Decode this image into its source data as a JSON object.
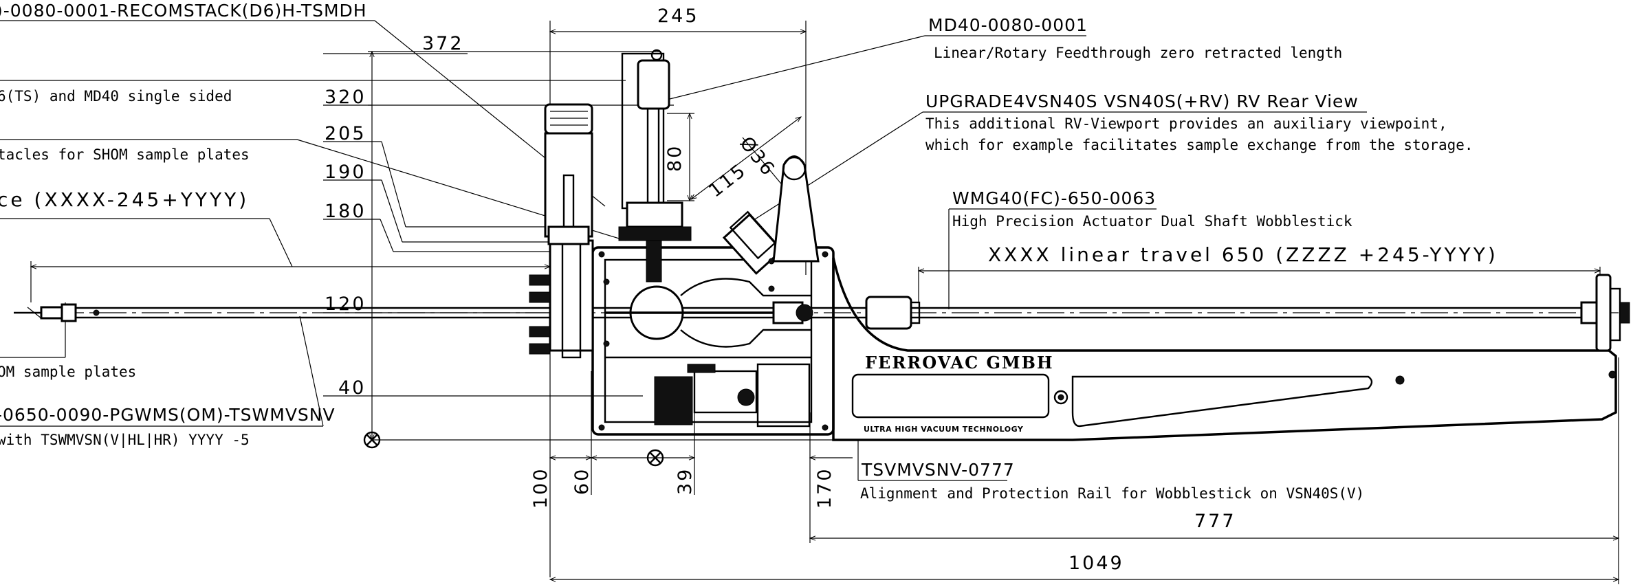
{
  "labels": {
    "top_part_number": ")-0080-0001-RECOMSTACK(D6)H-TSMDH",
    "left_desc_1": "6(TS) and MD40 single sided",
    "left_desc_2": "tacles  for SHOM  sample plates",
    "left_trace": "ce (XXXX-245+YYYY)",
    "left_desc_3": "OM sample plates",
    "left_part_number_2": "-0650-0090-PGWMS(OM)-TSWMVSNV",
    "left_desc_4": " with TSWMVSN(V|HL|HR) YYYY -5",
    "md40_part": "MD40-0080-0001",
    "md40_desc": "Linear/Rotary Feedthrough zero retracted length",
    "upgrade_part": "UPGRADE4VSN40S VSN40S(+RV) RV Rear View",
    "upgrade_desc_1": "This additional RV-Viewport provides an auxiliary viewpoint,",
    "upgrade_desc_2": "which for example facilitates sample exchange from the storage.",
    "wmg_part": "WMG40(FC)-650-0063",
    "wmg_desc": "High Precision Actuator Dual Shaft Wobblestick",
    "linear_travel": "XXXX linear travel 650 (ZZZZ +245-YYYY)",
    "tsv_part": "TSVMVSNV-0777",
    "tsv_desc": "Alignment and Protection Rail for Wobblestick on VSN40S(V)",
    "brand_name": "FERROVAC GMBH",
    "brand_tagline": "ULTRA HIGH VACUUM TECHNOLOGY"
  },
  "dimensions": {
    "d245": "245",
    "d372": "372",
    "d320": "320",
    "d205": "205",
    "d190": "190",
    "d180": "180",
    "d120": "120",
    "d40": "40",
    "d80": "80",
    "d115": "115",
    "d36": "Ø36",
    "d100": "100",
    "d60": "60",
    "d39": "39",
    "d170": "170",
    "d777": "777",
    "d1049": "1049"
  }
}
